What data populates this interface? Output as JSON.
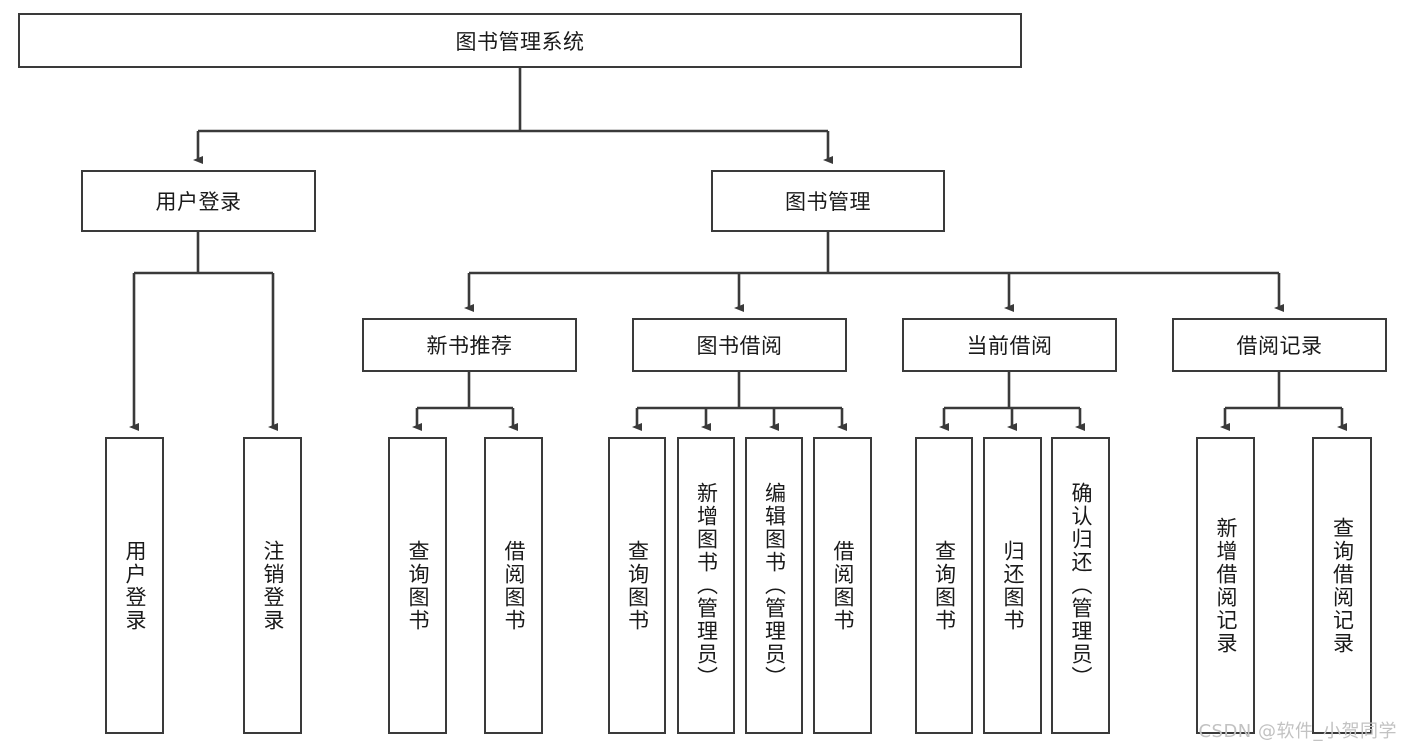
{
  "diagram": {
    "type": "hierarchy-tree",
    "title": "图书管理系统",
    "line_color": "#3a3a3a",
    "box_fill": "#ffffff",
    "text_color": "#1a1a1a",
    "nodes": {
      "root": {
        "label": "图书管理系统"
      },
      "level2": [
        {
          "label": "用户登录"
        },
        {
          "label": "图书管理"
        }
      ],
      "level3": [
        {
          "label": "新书推荐"
        },
        {
          "label": "图书借阅"
        },
        {
          "label": "当前借阅"
        },
        {
          "label": "借阅记录"
        }
      ],
      "leaves_user_login": [
        {
          "label": "用户登录"
        },
        {
          "label": "注销登录"
        }
      ],
      "leaves_new_book": [
        {
          "label": "查询图书"
        },
        {
          "label": "借阅图书"
        }
      ],
      "leaves_borrow": [
        {
          "label": "查询图书"
        },
        {
          "label": "新增图书（管理员）"
        },
        {
          "label": "编辑图书（管理员）"
        },
        {
          "label": "借阅图书"
        }
      ],
      "leaves_current": [
        {
          "label": "查询图书"
        },
        {
          "label": "归还图书"
        },
        {
          "label": "确认归还（管理员）"
        }
      ],
      "leaves_records": [
        {
          "label": "新增借阅记录"
        },
        {
          "label": "查询借阅记录"
        }
      ]
    }
  },
  "watermark": {
    "text": "CSDN @软件_小贺同学"
  }
}
